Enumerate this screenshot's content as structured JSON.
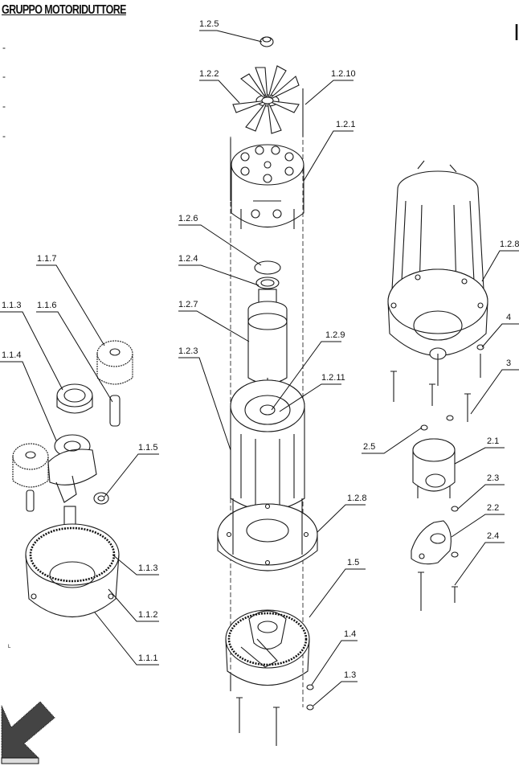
{
  "title": "GRUPPO MOTORIDUTTORE",
  "legend_dashes": [
    "-",
    "-",
    "-",
    "-"
  ],
  "footnote": "L",
  "labels": {
    "l_125": "1.2.5",
    "l_122": "1.2.2",
    "l_1210": "1.2.10",
    "l_121": "1.2.1",
    "l_126": "1.2.6",
    "l_124": "1.2.4",
    "l_127": "1.2.7",
    "l_123": "1.2.3",
    "l_129": "1.2.9",
    "l_1211": "1.2.11",
    "l_128a": "1.2.8",
    "l_15": "1.5",
    "l_14": "1.4",
    "l_13": "1.3",
    "l_117": "1.1.7",
    "l_113a": "1.1.3",
    "l_116": "1.1.6",
    "l_114": "1.1.4",
    "l_115": "1.1.5",
    "l_113b": "1.1.3",
    "l_112": "1.1.2",
    "l_111": "1.1.1",
    "l_128b": "1.2.8",
    "l_4": "4",
    "l_3": "3",
    "l_25": "2.5",
    "l_21": "2.1",
    "l_23": "2.3",
    "l_22": "2.2",
    "l_24": "2.4"
  }
}
